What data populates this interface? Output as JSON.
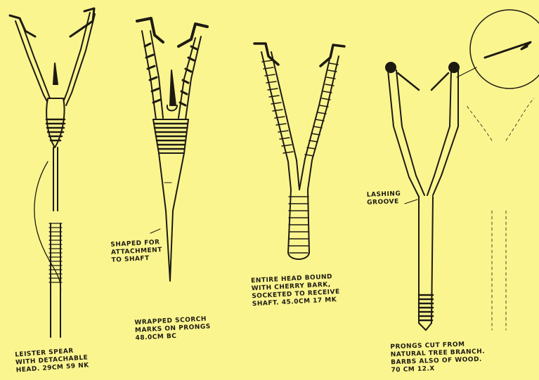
{
  "background_color": "#fbf590",
  "ink_color": "#1d1a12",
  "items": [
    {
      "name": "leister-spear",
      "caption": [
        "LEISTER SPEAR",
        "WITH DETACHABLE",
        "HEAD. 29cm 59 NK"
      ]
    },
    {
      "name": "scorched-leister",
      "side_note": [
        "SHAPED FOR",
        "ATTACHMENT",
        "TO SHAFT"
      ],
      "caption": [
        "WRAPPED  SCORCH",
        "MARKS ON PRONGS",
        "48.0cm          BC"
      ]
    },
    {
      "name": "bark-bound-leister",
      "caption": [
        "ENTIRE HEAD BOUND",
        "WITH CHERRY BARK,",
        "SOCKETED TO RECEIVE",
        "SHAFT. 45.0cm  17 MK"
      ]
    },
    {
      "name": "branch-leister",
      "side_note": [
        "LASHING",
        "GROOVE"
      ],
      "caption": [
        "PRONGS  CUT FROM",
        "NATURAL TREE BRANCH.",
        "BARBS ALSO OF WOOD.",
        "70 cm  12.x"
      ]
    }
  ]
}
